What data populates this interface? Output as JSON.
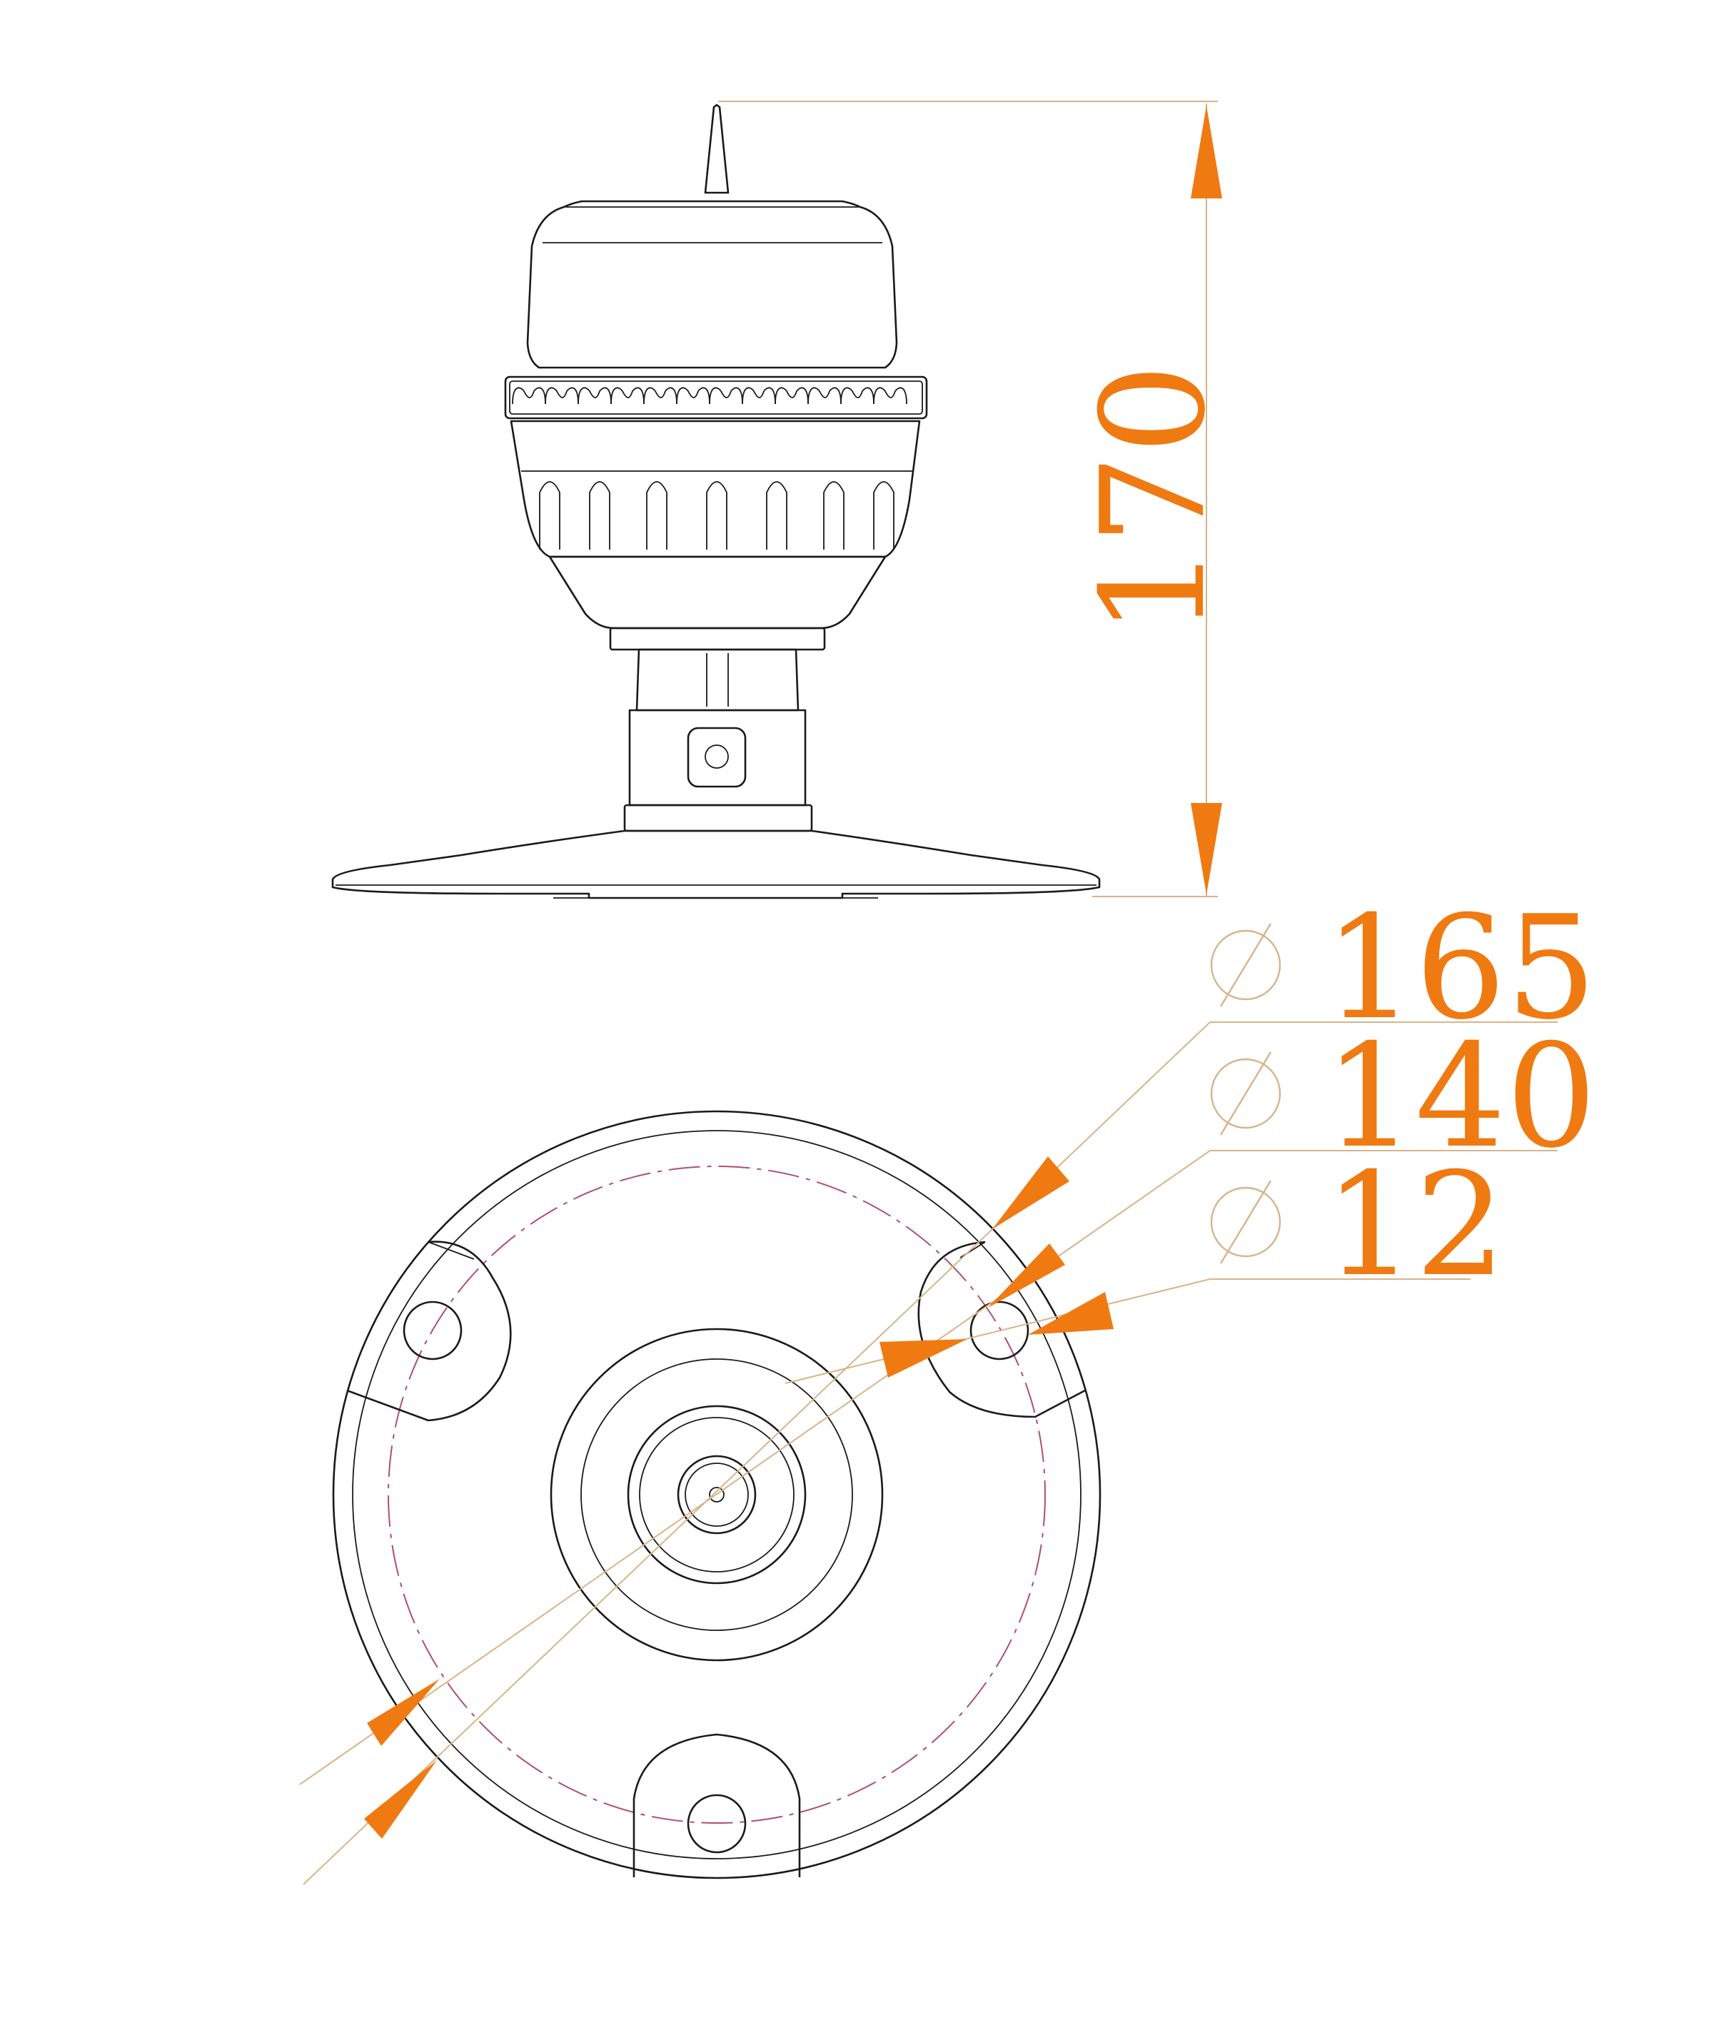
{
  "dimensions": {
    "height": "170",
    "outer_diameter": "165",
    "bolt_circle_diameter": "140",
    "hole_diameter": "12"
  },
  "colors": {
    "dimension": "#f07a12",
    "extension_line": "#d8b48a",
    "outline": "#1a1a1a",
    "centerline": "#b0506a"
  }
}
